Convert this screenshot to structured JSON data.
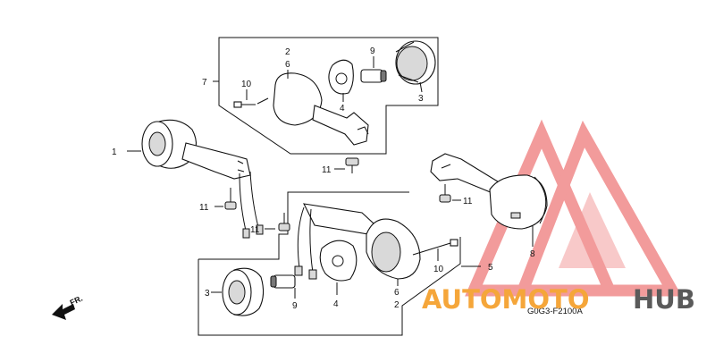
{
  "diagram": {
    "part_labels": {
      "top_box": {
        "n7": "7",
        "n2": "2",
        "n6": "6",
        "n9": "9",
        "n10": "10",
        "n4": "4",
        "n3": "3"
      },
      "left_unit": {
        "n1": "1"
      },
      "screws": {
        "a": "11",
        "b": "11",
        "c": "11",
        "d": "11"
      },
      "bottom_box": {
        "n3": "3",
        "n9": "9",
        "n4": "4",
        "n6": "6",
        "n2": "2",
        "n10": "10",
        "n5": "5"
      },
      "right_unit": {
        "n8": "8"
      }
    },
    "direction_label": "FR.",
    "drawing_code": "G0G3-F2100A"
  },
  "watermark": {
    "text_accent": "AUTOMOTO",
    "text_dark": "HUB",
    "accent_color": "#f5a63a",
    "dark_color": "#5a5a5a",
    "logo_color": "#f08a8a"
  }
}
